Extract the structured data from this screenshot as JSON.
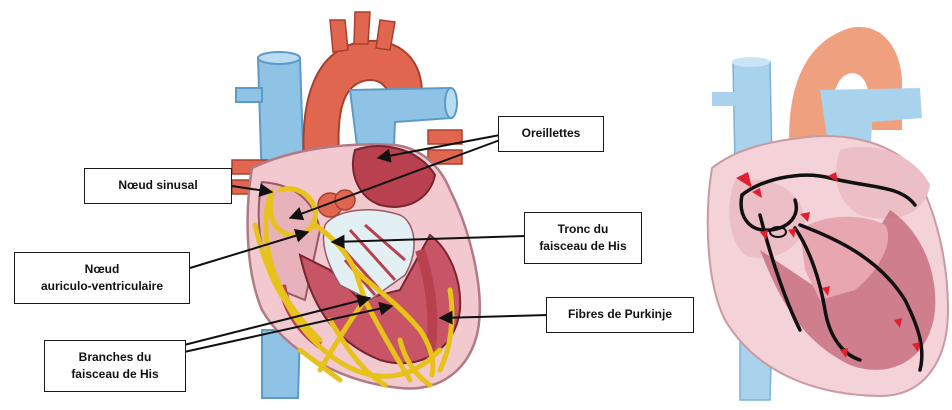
{
  "labels": {
    "oreillettes": "Oreillettes",
    "noeud_sinusal": "Nœud sinusal",
    "tronc_his": "Tronc du\nfaisceau de His",
    "noeud_av": "Nœud\nauriculo-ventriculaire",
    "fibres_purkinje": "Fibres de Purkinje",
    "branches_his": "Branches du\nfaisceau de His"
  },
  "colors": {
    "vein_blue": "#8fc3e6",
    "aorta_red": "#e0664f",
    "myocardium": "#b8404f",
    "pericardium": "#f1c9cf",
    "conduction_yellow": "#e6c21a",
    "pathway_black": "#111111",
    "marker_red": "#e02030"
  }
}
